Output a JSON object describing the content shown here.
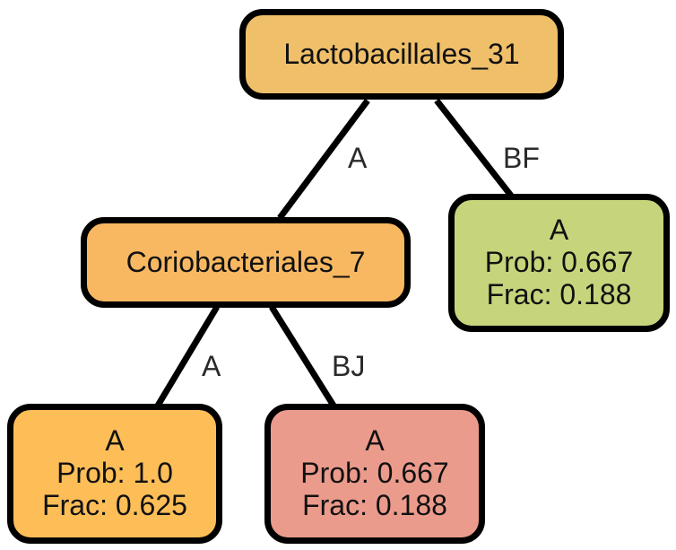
{
  "nodes": {
    "root": {
      "label": "Lactobacillales_31",
      "color": "#efbf6a"
    },
    "inner": {
      "label": "Coriobacteriales_7",
      "color": "#f8b862"
    },
    "leaf_bf": {
      "class": "A",
      "prob": "Prob: 0.667",
      "frac": "Frac: 0.188",
      "color": "#c6d57c"
    },
    "leaf_a": {
      "class": "A",
      "prob": "Prob: 1.0",
      "frac": "Frac: 0.625",
      "color": "#fdbe58"
    },
    "leaf_bj": {
      "class": "A",
      "prob": "Prob: 0.667",
      "frac": "Frac: 0.188",
      "color": "#eb9b8c"
    }
  },
  "edges": {
    "root_to_inner": "A",
    "root_to_leaf_bf": "BF",
    "inner_to_leaf_a": "A",
    "inner_to_leaf_bj": "BJ"
  }
}
